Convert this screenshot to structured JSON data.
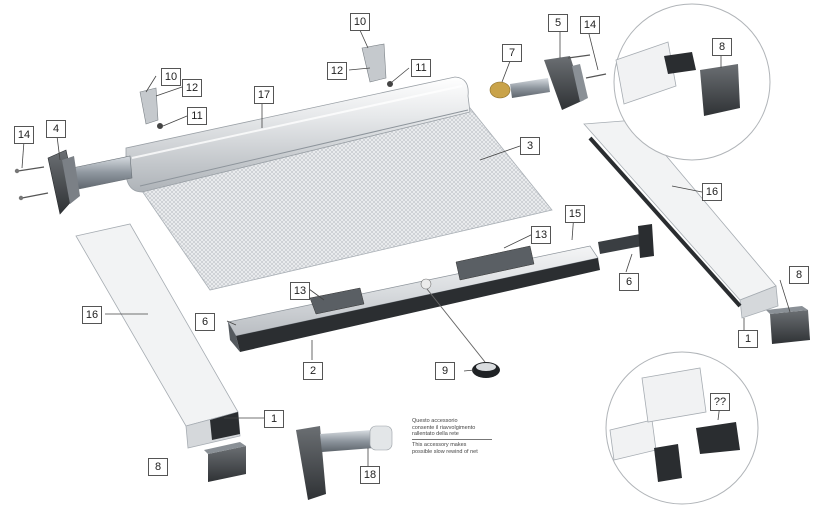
{
  "parts": [
    {
      "key": "p1a",
      "label": "1"
    },
    {
      "key": "p1b",
      "label": "1"
    },
    {
      "key": "p2",
      "label": "2"
    },
    {
      "key": "p3",
      "label": "3"
    },
    {
      "key": "p4",
      "label": "4"
    },
    {
      "key": "p5",
      "label": "5"
    },
    {
      "key": "p6a",
      "label": "6"
    },
    {
      "key": "p6b",
      "label": "6"
    },
    {
      "key": "p7",
      "label": "7"
    },
    {
      "key": "p8a",
      "label": "8"
    },
    {
      "key": "p8b",
      "label": "8"
    },
    {
      "key": "p8c",
      "label": "8"
    },
    {
      "key": "p9",
      "label": "9"
    },
    {
      "key": "p10a",
      "label": "10"
    },
    {
      "key": "p10b",
      "label": "10"
    },
    {
      "key": "p11a",
      "label": "11"
    },
    {
      "key": "p11b",
      "label": "11"
    },
    {
      "key": "p12a",
      "label": "12"
    },
    {
      "key": "p12b",
      "label": "12"
    },
    {
      "key": "p13a",
      "label": "13"
    },
    {
      "key": "p13b",
      "label": "13"
    },
    {
      "key": "p14a",
      "label": "14"
    },
    {
      "key": "p14b",
      "label": "14"
    },
    {
      "key": "p15",
      "label": "15"
    },
    {
      "key": "p16a",
      "label": "16"
    },
    {
      "key": "p16b",
      "label": "16"
    },
    {
      "key": "p17",
      "label": "17"
    },
    {
      "key": "p18",
      "label": "18"
    },
    {
      "key": "pq",
      "label": "??"
    }
  ],
  "accessory_note": {
    "it_line1": "Questo accessorio",
    "it_line2": "consente il riavvolgimento",
    "it_line3": "rallentato della rete",
    "en_line1": "This accessory makes",
    "en_line2": "possible slow rewind of net"
  }
}
